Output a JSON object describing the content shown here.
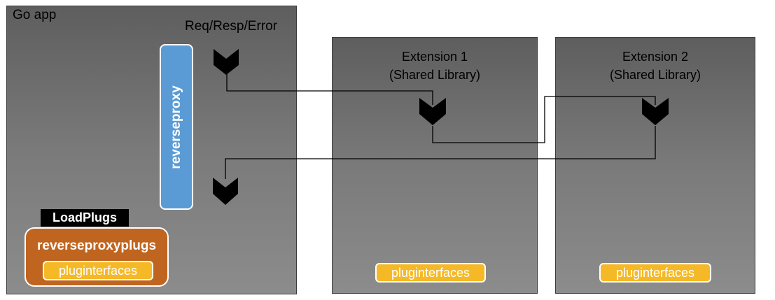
{
  "go_app": {
    "title": "Go app",
    "flow_label": "Req/Resp/Error",
    "reverseproxy_label": "reverseproxy",
    "loadplugs_label": "LoadPlugs",
    "reverseproxyplugs_label": "reverseproxyplugs",
    "pluginterfaces_label": "pluginterfaces"
  },
  "extension_1": {
    "title_line1": "Extension 1",
    "title_line2": "(Shared Library)",
    "pluginterfaces_label": "pluginterfaces"
  },
  "extension_2": {
    "title_line1": "Extension 2",
    "title_line2": "(Shared Library)",
    "pluginterfaces_label": "pluginterfaces"
  },
  "colors": {
    "panel_gray": "#6b6b6b",
    "reverseproxy_blue": "#5b9bd5",
    "reverseproxyplugs_orange": "#c0651f",
    "pluginterfaces_yellow": "#f5b928",
    "loadplugs_black": "#000000"
  },
  "icons": [
    "chevron-down-icon"
  ]
}
